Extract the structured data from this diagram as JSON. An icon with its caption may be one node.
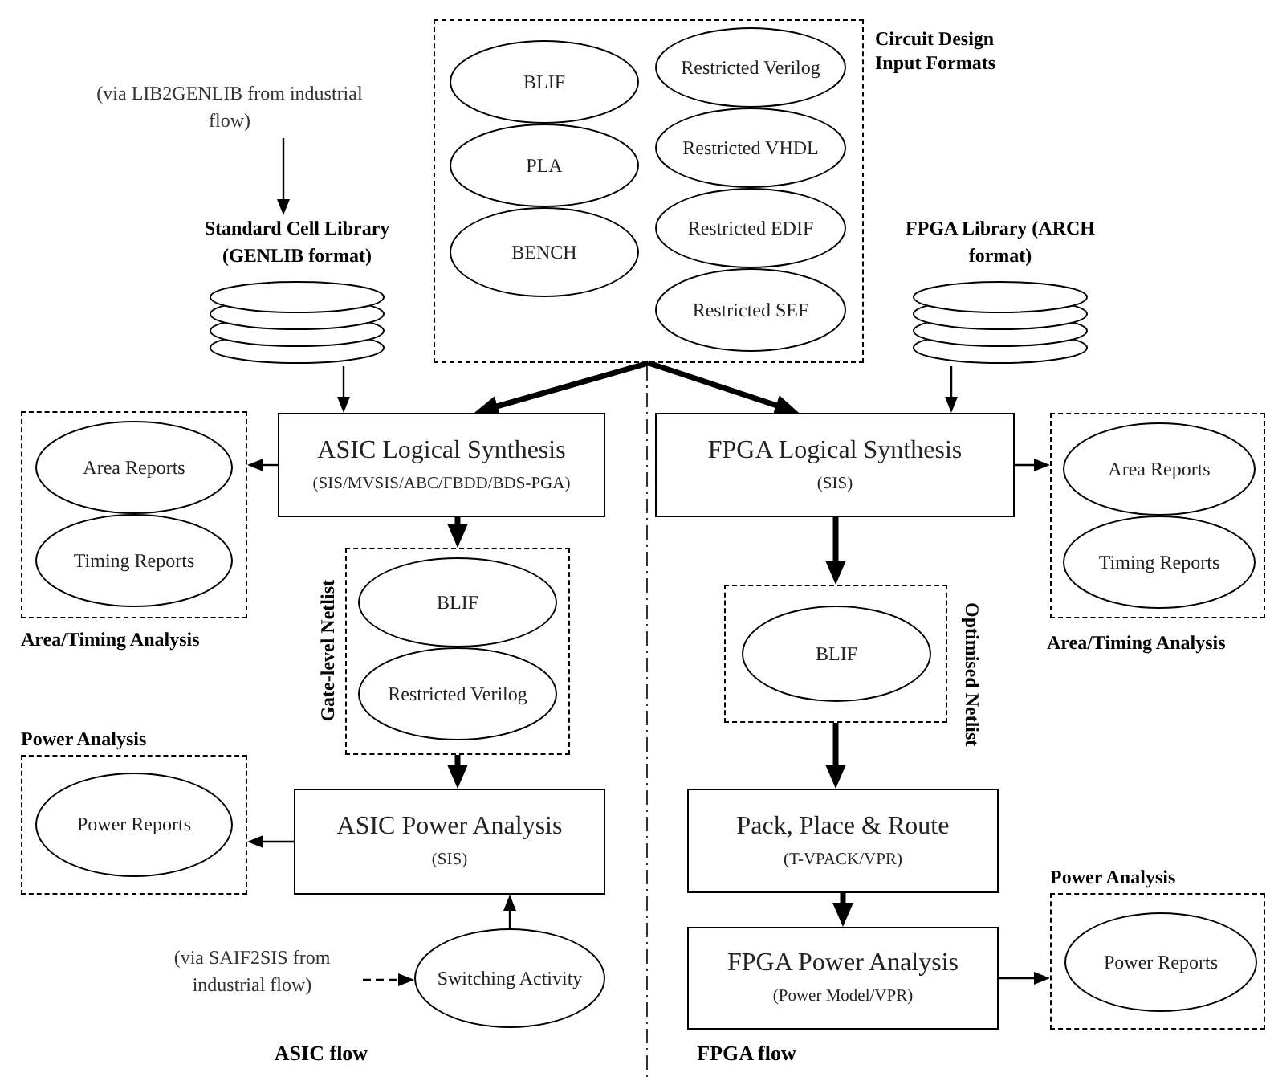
{
  "diagram": {
    "nodes": [
      {
        "text": [
          "Circuit Design Input Formats"
        ]
      },
      {
        "text": [
          "BLIF"
        ],
        "in": 0
      },
      {
        "text": [
          "PLA"
        ],
        "in": 0
      },
      {
        "text": [
          "BENCH"
        ],
        "in": 0
      },
      {
        "text": [
          "Restricted Verilog"
        ],
        "in": 0
      },
      {
        "text": [
          "Restricted VHDL"
        ],
        "in": 0
      },
      {
        "text": [
          "Restricted EDIF"
        ],
        "in": 0
      },
      {
        "text": [
          "Restricted SEF"
        ],
        "in": 0
      },
      {
        "text": [
          "(via LIB2GENLIB from industrial flow)"
        ]
      },
      {
        "text": [
          "Standard Cell Library (GENLIB format)"
        ]
      },
      {
        "text": [
          "FPGA Library (ARCH format)"
        ]
      },
      {
        "text": [
          "ASIC Logical Synthesis",
          "(SIS/MVSIS/ABC/FBDD/BDS-PGA)"
        ]
      },
      {
        "text": [
          "FPGA Logical Synthesis",
          "(SIS)"
        ]
      },
      {
        "text": [
          "Area/Timing Analysis"
        ]
      },
      {
        "text": [
          "Area Reports"
        ],
        "in": 13
      },
      {
        "text": [
          "Timing Reports"
        ],
        "in": 13
      },
      {
        "text": [
          "Area/Timing Analysis"
        ]
      },
      {
        "text": [
          "Area Reports"
        ],
        "in": 16
      },
      {
        "text": [
          "Timing Reports"
        ],
        "in": 16
      },
      {
        "text": [
          "Gate-level Netlist"
        ]
      },
      {
        "text": [
          "BLIF"
        ],
        "in": 19
      },
      {
        "text": [
          "Restricted Verilog"
        ],
        "in": 19
      },
      {
        "text": [
          "Optimised Netlist"
        ]
      },
      {
        "text": [
          "BLIF"
        ],
        "in": 22
      },
      {
        "text": [
          "Power Analysis"
        ]
      },
      {
        "text": [
          "Power Reports"
        ],
        "in": 24
      },
      {
        "text": [
          "ASIC Power Analysis",
          "(SIS)"
        ]
      },
      {
        "text": [
          "Switching Activity"
        ]
      },
      {
        "text": [
          "(via SAIF2SIS from industrial flow)"
        ]
      },
      {
        "text": [
          "Pack, Place & Route",
          "(T-VPACK/VPR)"
        ]
      },
      {
        "text": [
          "FPGA Power Analysis",
          "(Power Model/VPR)"
        ]
      },
      {
        "text": [
          "Power Analysis"
        ]
      },
      {
        "text": [
          "Power Reports"
        ],
        "in": 31
      }
    ],
    "edges": [
      {
        "from": 8,
        "to": 9,
        "arrow": "to"
      },
      {
        "from": 9,
        "to": 11,
        "arrow": "to"
      },
      {
        "from": 0,
        "to": 11,
        "arrow": "to",
        "style": "thick"
      },
      {
        "from": 0,
        "to": 12,
        "arrow": "to",
        "style": "thick"
      },
      {
        "from": 10,
        "to": 12,
        "arrow": "to"
      },
      {
        "from": 11,
        "to": 13,
        "arrow": "to"
      },
      {
        "from": 12,
        "to": 16,
        "arrow": "to"
      },
      {
        "from": 11,
        "to": 19,
        "arrow": "to",
        "style": "thick"
      },
      {
        "from": 12,
        "to": 22,
        "arrow": "to",
        "style": "thick"
      },
      {
        "from": 19,
        "to": 26,
        "arrow": "to",
        "style": "thick"
      },
      {
        "from": 22,
        "to": 29,
        "arrow": "to",
        "style": "thick"
      },
      {
        "from": 26,
        "to": 24,
        "arrow": "to"
      },
      {
        "from": 27,
        "to": 26,
        "arrow": "to"
      },
      {
        "from": 28,
        "to": 27,
        "arrow": "to",
        "style": "dashed"
      },
      {
        "from": 29,
        "to": 30,
        "arrow": "to",
        "style": "thick"
      },
      {
        "from": 30,
        "to": 31,
        "arrow": "to"
      }
    ],
    "labels": [
      "ASIC flow",
      "FPGA flow"
    ]
  }
}
